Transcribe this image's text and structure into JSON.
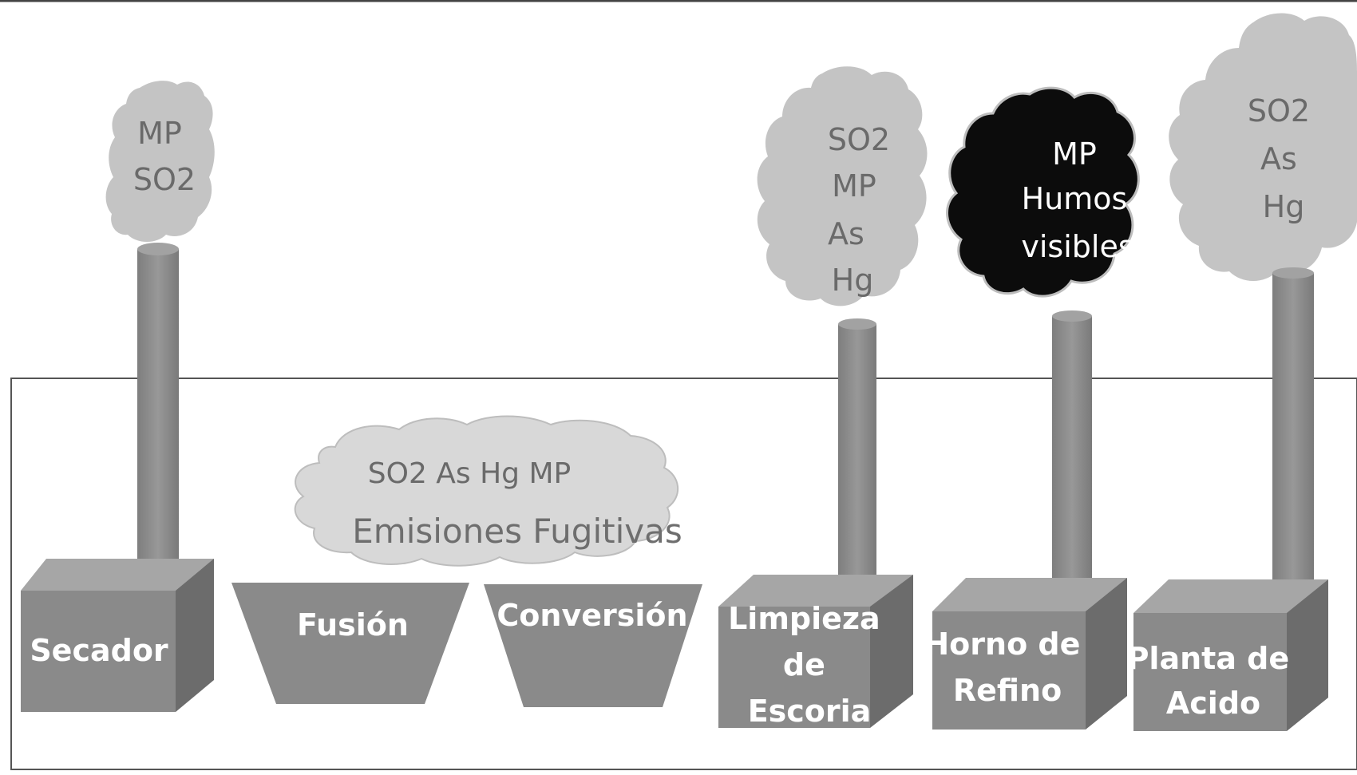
{
  "units": [
    {
      "id": "secador",
      "name": [
        "Secador"
      ],
      "emissions": [
        "MP",
        "SO2"
      ],
      "cloud_color": "#c4c4c4",
      "text_color": "#6a6a6a"
    },
    {
      "id": "fusion",
      "name": [
        "Fusión"
      ],
      "emissions": []
    },
    {
      "id": "conversion",
      "name": [
        "Conversión"
      ],
      "emissions": []
    },
    {
      "id": "limpieza",
      "name": [
        "Limpieza",
        "de",
        "Escoria"
      ],
      "emissions": [
        "SO2",
        "MP",
        "As",
        "Hg"
      ],
      "cloud_color": "#c4c4c4",
      "text_color": "#6a6a6a"
    },
    {
      "id": "horno",
      "name": [
        "Horno de",
        "Refino"
      ],
      "emissions": [
        "MP",
        "Humos",
        "visibles"
      ],
      "cloud_color": "#0c0c0c",
      "text_color": "#ffffff"
    },
    {
      "id": "planta",
      "name": [
        "Planta de",
        "Acido"
      ],
      "emissions": [
        "SO2",
        "As",
        "Hg"
      ],
      "cloud_color": "#c4c4c4",
      "text_color": "#6a6a6a"
    }
  ],
  "fugitive": {
    "pollutants": "SO2  As Hg MP",
    "title": "Emisiones Fugitivas"
  },
  "colors": {
    "box_front": "#8a8a8a",
    "box_top": "#a6a6a6",
    "box_side": "#6c6c6c",
    "stack": "#8e8e8e",
    "stack_top": "#a2a2a2",
    "frame": "#555555"
  }
}
